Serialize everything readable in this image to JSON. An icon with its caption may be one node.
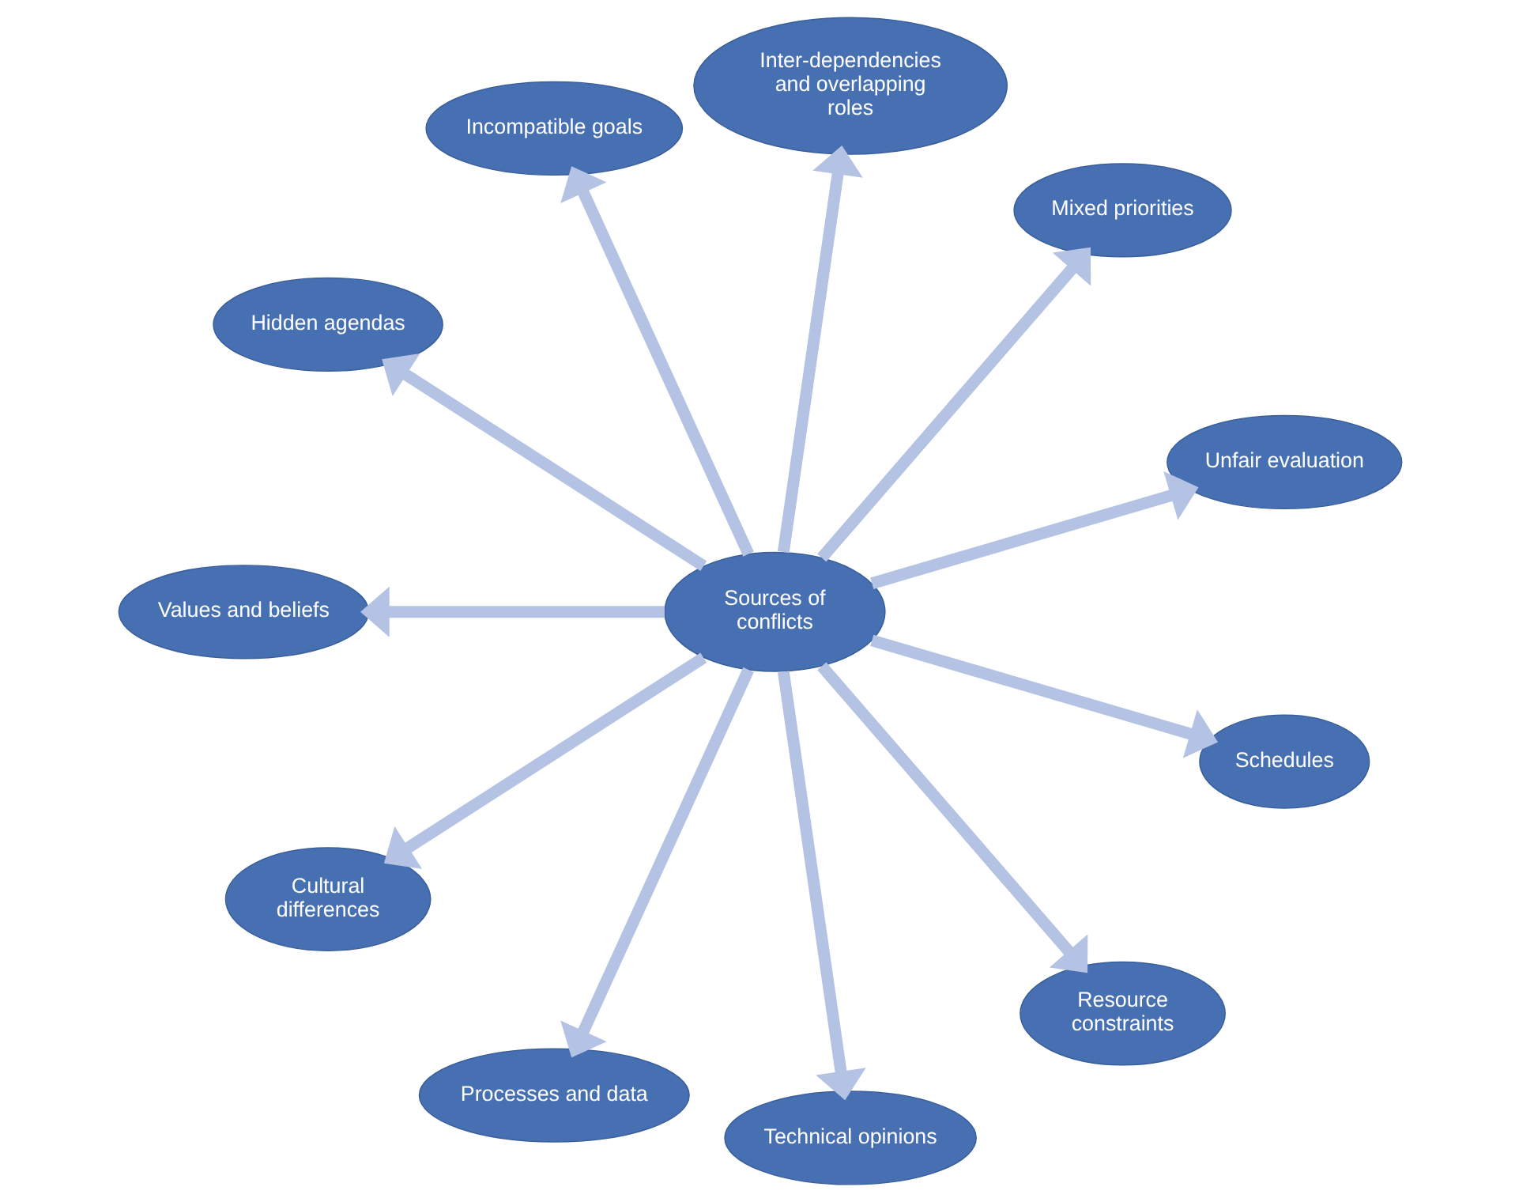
{
  "diagram": {
    "nodes": [
      {
        "text": [
          "Sources of conflicts"
        ]
      },
      {
        "text": [
          "Unfair evaluation"
        ]
      },
      {
        "text": [
          "Mixed priorities"
        ]
      },
      {
        "text": [
          "Inter-dependencies and overlapping roles"
        ]
      },
      {
        "text": [
          "Incompatible goals"
        ]
      },
      {
        "text": [
          "Hidden agendas"
        ]
      },
      {
        "text": [
          "Values and beliefs"
        ]
      },
      {
        "text": [
          "Cultural differences"
        ]
      },
      {
        "text": [
          "Processes and data"
        ]
      },
      {
        "text": [
          "Technical opinions"
        ]
      },
      {
        "text": [
          "Resource constraints"
        ]
      },
      {
        "text": [
          "Schedules"
        ]
      }
    ],
    "edges": [
      {
        "from": 0,
        "to": 1,
        "arrow": "to"
      },
      {
        "from": 0,
        "to": 2,
        "arrow": "to"
      },
      {
        "from": 0,
        "to": 3,
        "arrow": "to"
      },
      {
        "from": 0,
        "to": 4,
        "arrow": "to"
      },
      {
        "from": 0,
        "to": 5,
        "arrow": "to"
      },
      {
        "from": 0,
        "to": 6,
        "arrow": "to"
      },
      {
        "from": 0,
        "to": 7,
        "arrow": "to"
      },
      {
        "from": 0,
        "to": 8,
        "arrow": "to"
      },
      {
        "from": 0,
        "to": 9,
        "arrow": "to"
      },
      {
        "from": 0,
        "to": 10,
        "arrow": "to"
      },
      {
        "from": 0,
        "to": 11,
        "arrow": "to"
      }
    ]
  }
}
